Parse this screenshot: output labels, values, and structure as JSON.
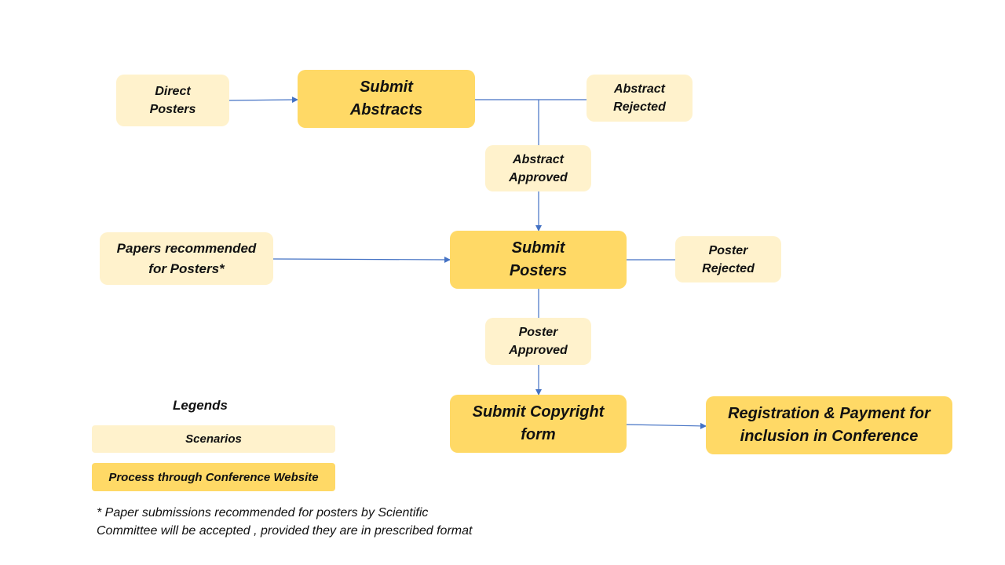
{
  "diagram": {
    "nodes": {
      "direct_posters": "Direct\nPosters",
      "submit_abstracts": "Submit\nAbstracts",
      "abstract_rejected": "Abstract\nRejected",
      "abstract_approved": "Abstract\nApproved",
      "papers_recommended": "Papers  recommended\nfor Posters*",
      "submit_posters": "Submit\nPosters",
      "poster_rejected": "Poster\nRejected",
      "poster_approved": "Poster\nApproved",
      "submit_copyright": "Submit Copyright\nform",
      "registration_payment": "Registration & Payment for\ninclusion in Conference"
    },
    "colors": {
      "scenario": "#fff2cc",
      "process": "#ffd966",
      "connector": "#4472c4"
    }
  },
  "legend": {
    "title": "Legends",
    "scenarios": "Scenarios",
    "process": "Process through Conference Website"
  },
  "footnote": "* Paper submissions  recommended for posters by Scientific\nCommittee will be accepted , provided they are in prescribed format"
}
